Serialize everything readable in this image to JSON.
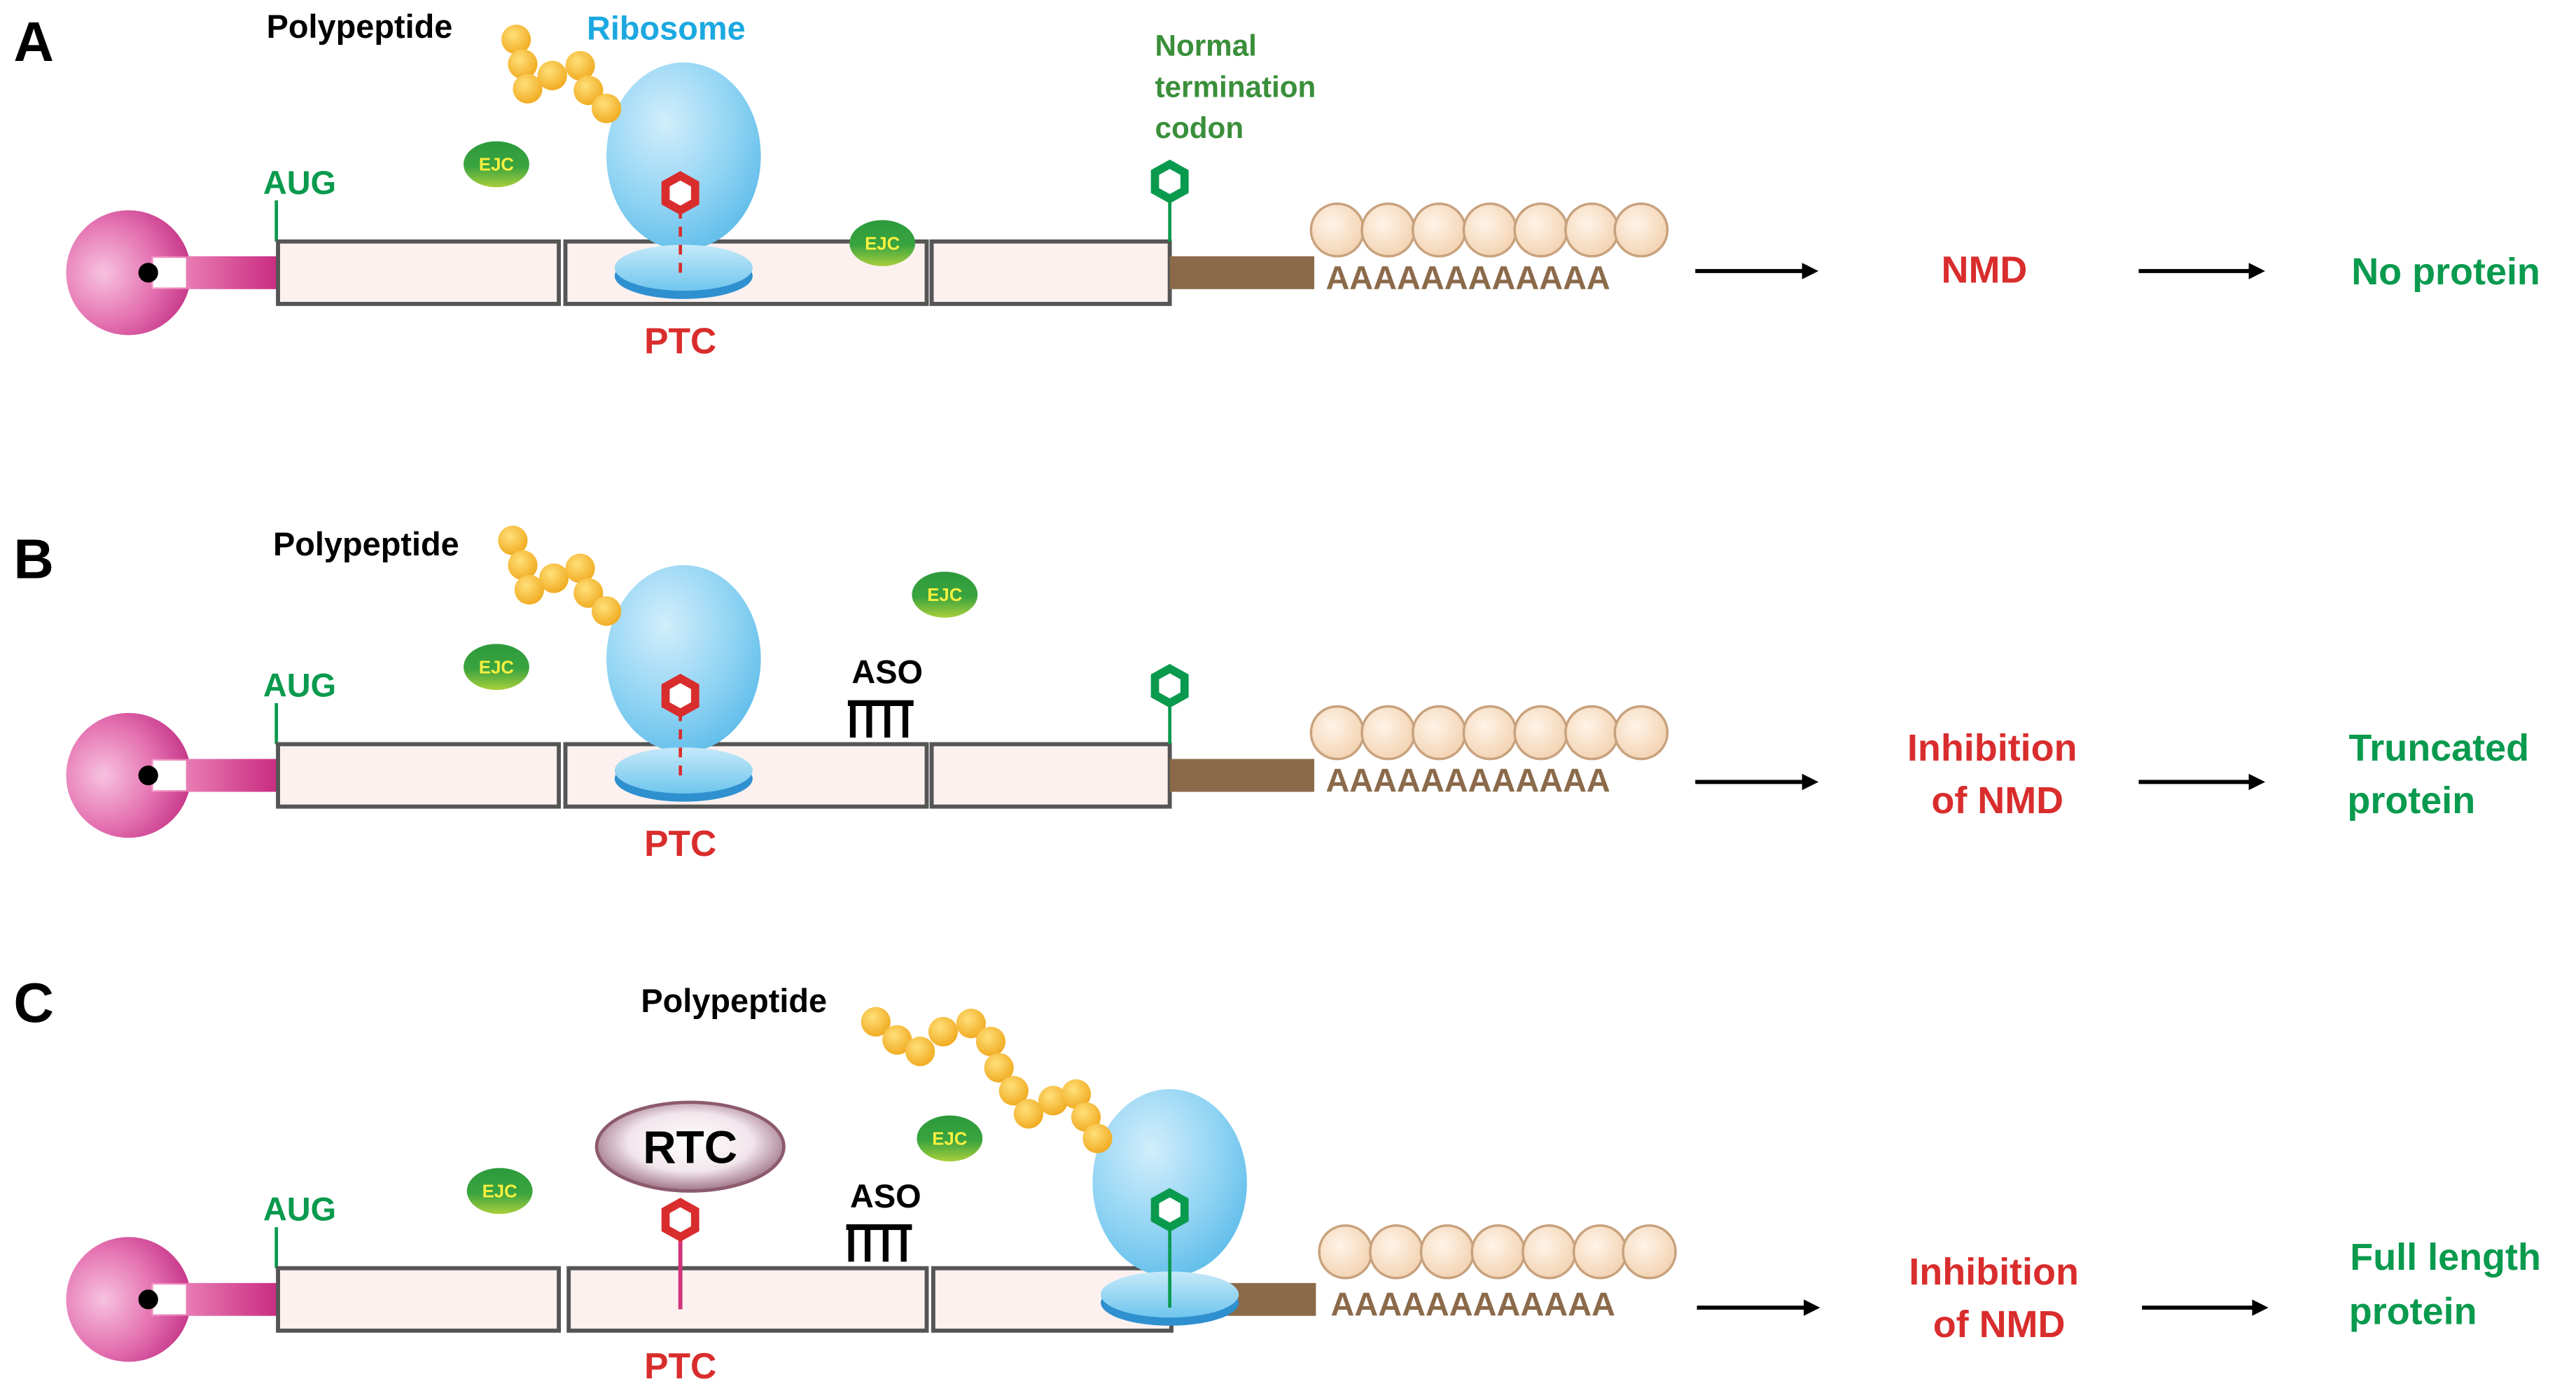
{
  "colors": {
    "label_green": "#0a9a4e",
    "label_red": "#d92d2d",
    "label_blue": "#1ca8e0",
    "label_dark_green": "#3a8f3a",
    "poly_a_brown": "#8b6a4a",
    "bead_fill": "#f6dcc4",
    "exon_fill": "#fcf1ef",
    "exon_stroke": "#555555",
    "cap_pink": "#d23d8f",
    "polypeptide_yellow": "#f5b321",
    "ejc_green": "#2f9a3c",
    "rtc_fill": "#8c5a6e"
  },
  "panels": [
    {
      "letter": "A",
      "polypeptide_label": "Polypeptide",
      "ribosome_label": "Ribosome",
      "start_codon_label": "AUG",
      "ejc_labels": [
        "EJC",
        "EJC"
      ],
      "ptc_label": "PTC",
      "termination_label_lines": [
        "Normal",
        "termination",
        "codon"
      ],
      "poly_a_text": "AAAAAAAAAAAA",
      "outcome_lines": [
        "NMD"
      ],
      "result_lines": [
        "No protein"
      ]
    },
    {
      "letter": "B",
      "polypeptide_label": "Polypeptide",
      "start_codon_label": "AUG",
      "ejc_labels": [
        "EJC",
        "EJC"
      ],
      "aso_label": "ASO",
      "ptc_label": "PTC",
      "poly_a_text": "AAAAAAAAAAAA",
      "outcome_lines": [
        "Inhibition",
        "of NMD"
      ],
      "result_lines": [
        "Truncated",
        "protein"
      ]
    },
    {
      "letter": "C",
      "polypeptide_label": "Polypeptide",
      "start_codon_label": "AUG",
      "ejc_labels": [
        "EJC",
        "EJC"
      ],
      "rtc_label": "RTC",
      "aso_label": "ASO",
      "ptc_label": "PTC",
      "poly_a_text": "AAAAAAAAAAAA",
      "outcome_lines": [
        "Inhibition",
        "of NMD"
      ],
      "result_lines": [
        "Full length",
        "protein"
      ]
    }
  ]
}
